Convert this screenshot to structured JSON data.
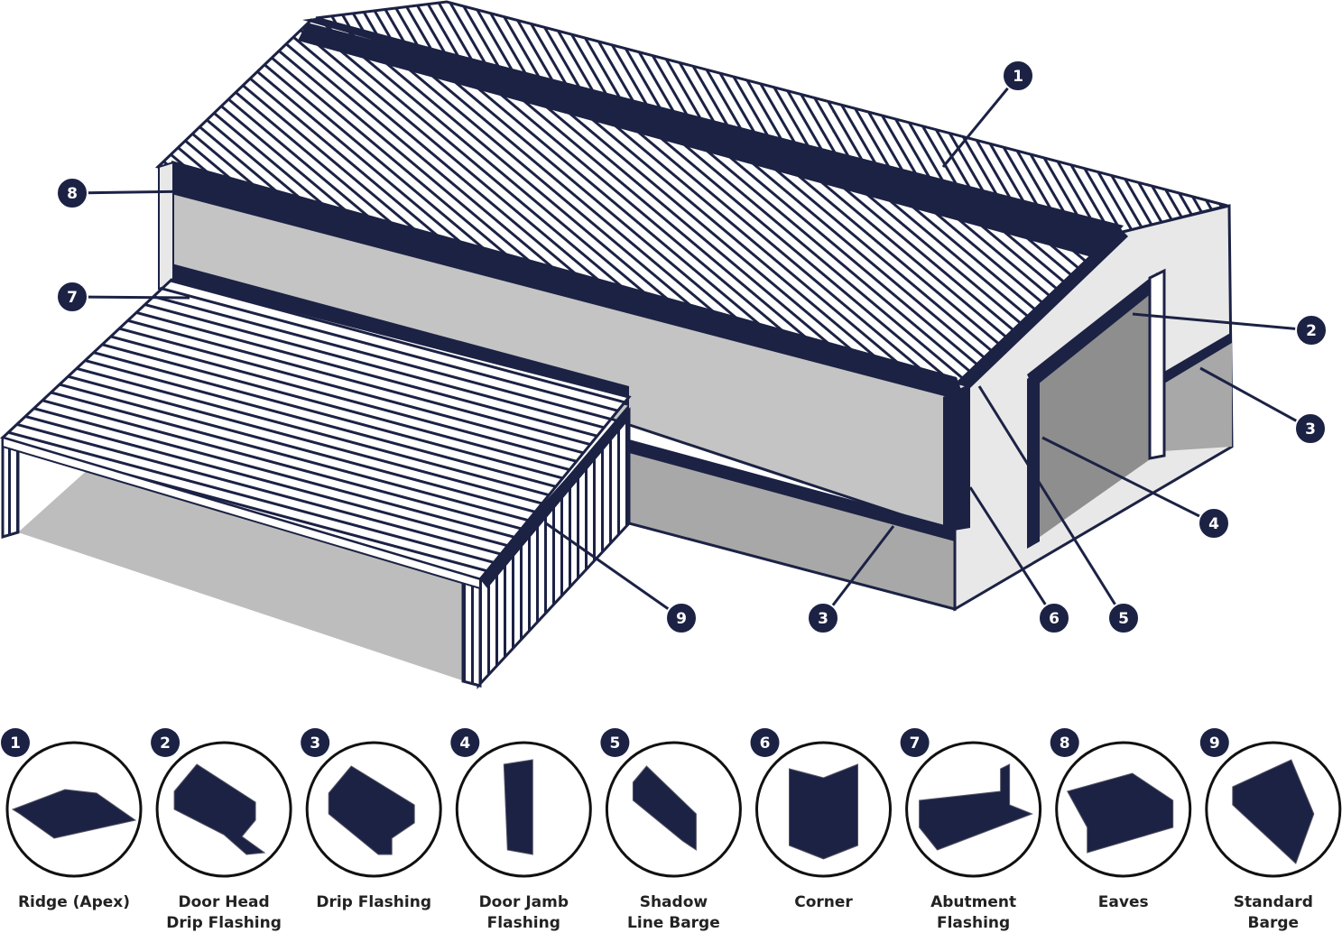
{
  "colors": {
    "navy": "#1c2244",
    "wall": "#c4c4c4",
    "gable": "#e8e8e8",
    "ground": "#a8a8a8",
    "door": "#8e8e8e"
  },
  "callouts": [
    {
      "number": "1",
      "part": "Ridge (Apex)"
    },
    {
      "number": "8",
      "part": "Eaves"
    },
    {
      "number": "7",
      "part": "Abutment Flashing"
    },
    {
      "number": "2",
      "part": "Door Head Drip Flashing"
    },
    {
      "number": "3",
      "part": "Drip Flashing"
    },
    {
      "number": "4",
      "part": "Door Jamb Flashing"
    },
    {
      "number": "5",
      "part": "Shadow Line Barge"
    },
    {
      "number": "6",
      "part": "Corner"
    },
    {
      "number": "3",
      "part": "Drip Flashing"
    },
    {
      "number": "9",
      "part": "Standard Barge"
    }
  ],
  "legend": [
    {
      "number": "1",
      "line1": "Ridge (Apex)",
      "line2": ""
    },
    {
      "number": "2",
      "line1": "Door Head",
      "line2": "Drip Flashing"
    },
    {
      "number": "3",
      "line1": "Drip Flashing",
      "line2": ""
    },
    {
      "number": "4",
      "line1": "Door Jamb",
      "line2": "Flashing"
    },
    {
      "number": "5",
      "line1": "Shadow",
      "line2": "Line Barge"
    },
    {
      "number": "6",
      "line1": "Corner",
      "line2": ""
    },
    {
      "number": "7",
      "line1": "Abutment",
      "line2": "Flashing"
    },
    {
      "number": "8",
      "line1": "Eaves",
      "line2": ""
    },
    {
      "number": "9",
      "line1": "Standard",
      "line2": "Barge"
    }
  ]
}
